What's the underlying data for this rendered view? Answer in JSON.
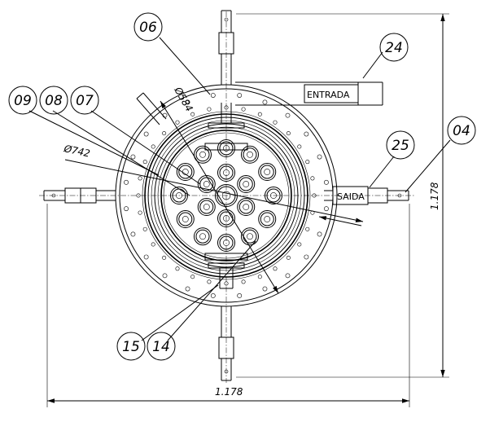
{
  "balloons": {
    "b06": "06",
    "b24": "24",
    "b09": "09",
    "b08": "08",
    "b07": "07",
    "b25": "25",
    "b04": "04",
    "b15": "15",
    "b14": "14"
  },
  "dimensions": {
    "d584": "Ø584",
    "d742": "Ø742",
    "width": "1.178",
    "height": "1.178"
  },
  "labels": {
    "entrada": "ENTRADA",
    "saida": "SAIDA"
  }
}
